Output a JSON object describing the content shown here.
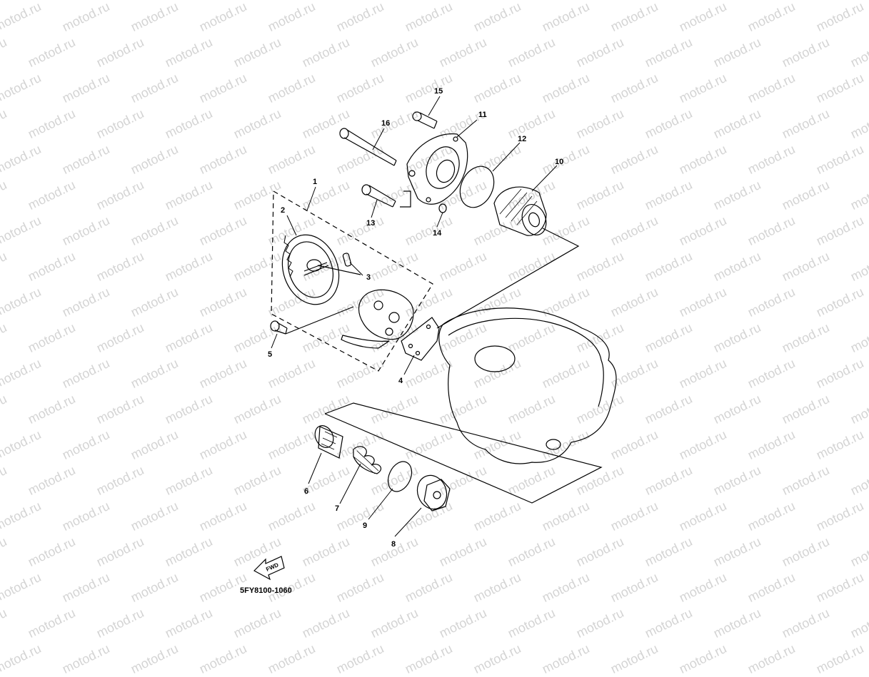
{
  "watermark": "motod.ru",
  "diagram_code": "5FY8100-1060",
  "fwd_label": "FWD",
  "callouts": {
    "c1": "1",
    "c2": "2",
    "c3": "3",
    "c4": "4",
    "c5": "5",
    "c6": "6",
    "c7": "7",
    "c8": "8",
    "c9": "9",
    "c10": "10",
    "c11": "11",
    "c12": "12",
    "c13": "13",
    "c14": "14",
    "c15": "15",
    "c16": "16"
  }
}
